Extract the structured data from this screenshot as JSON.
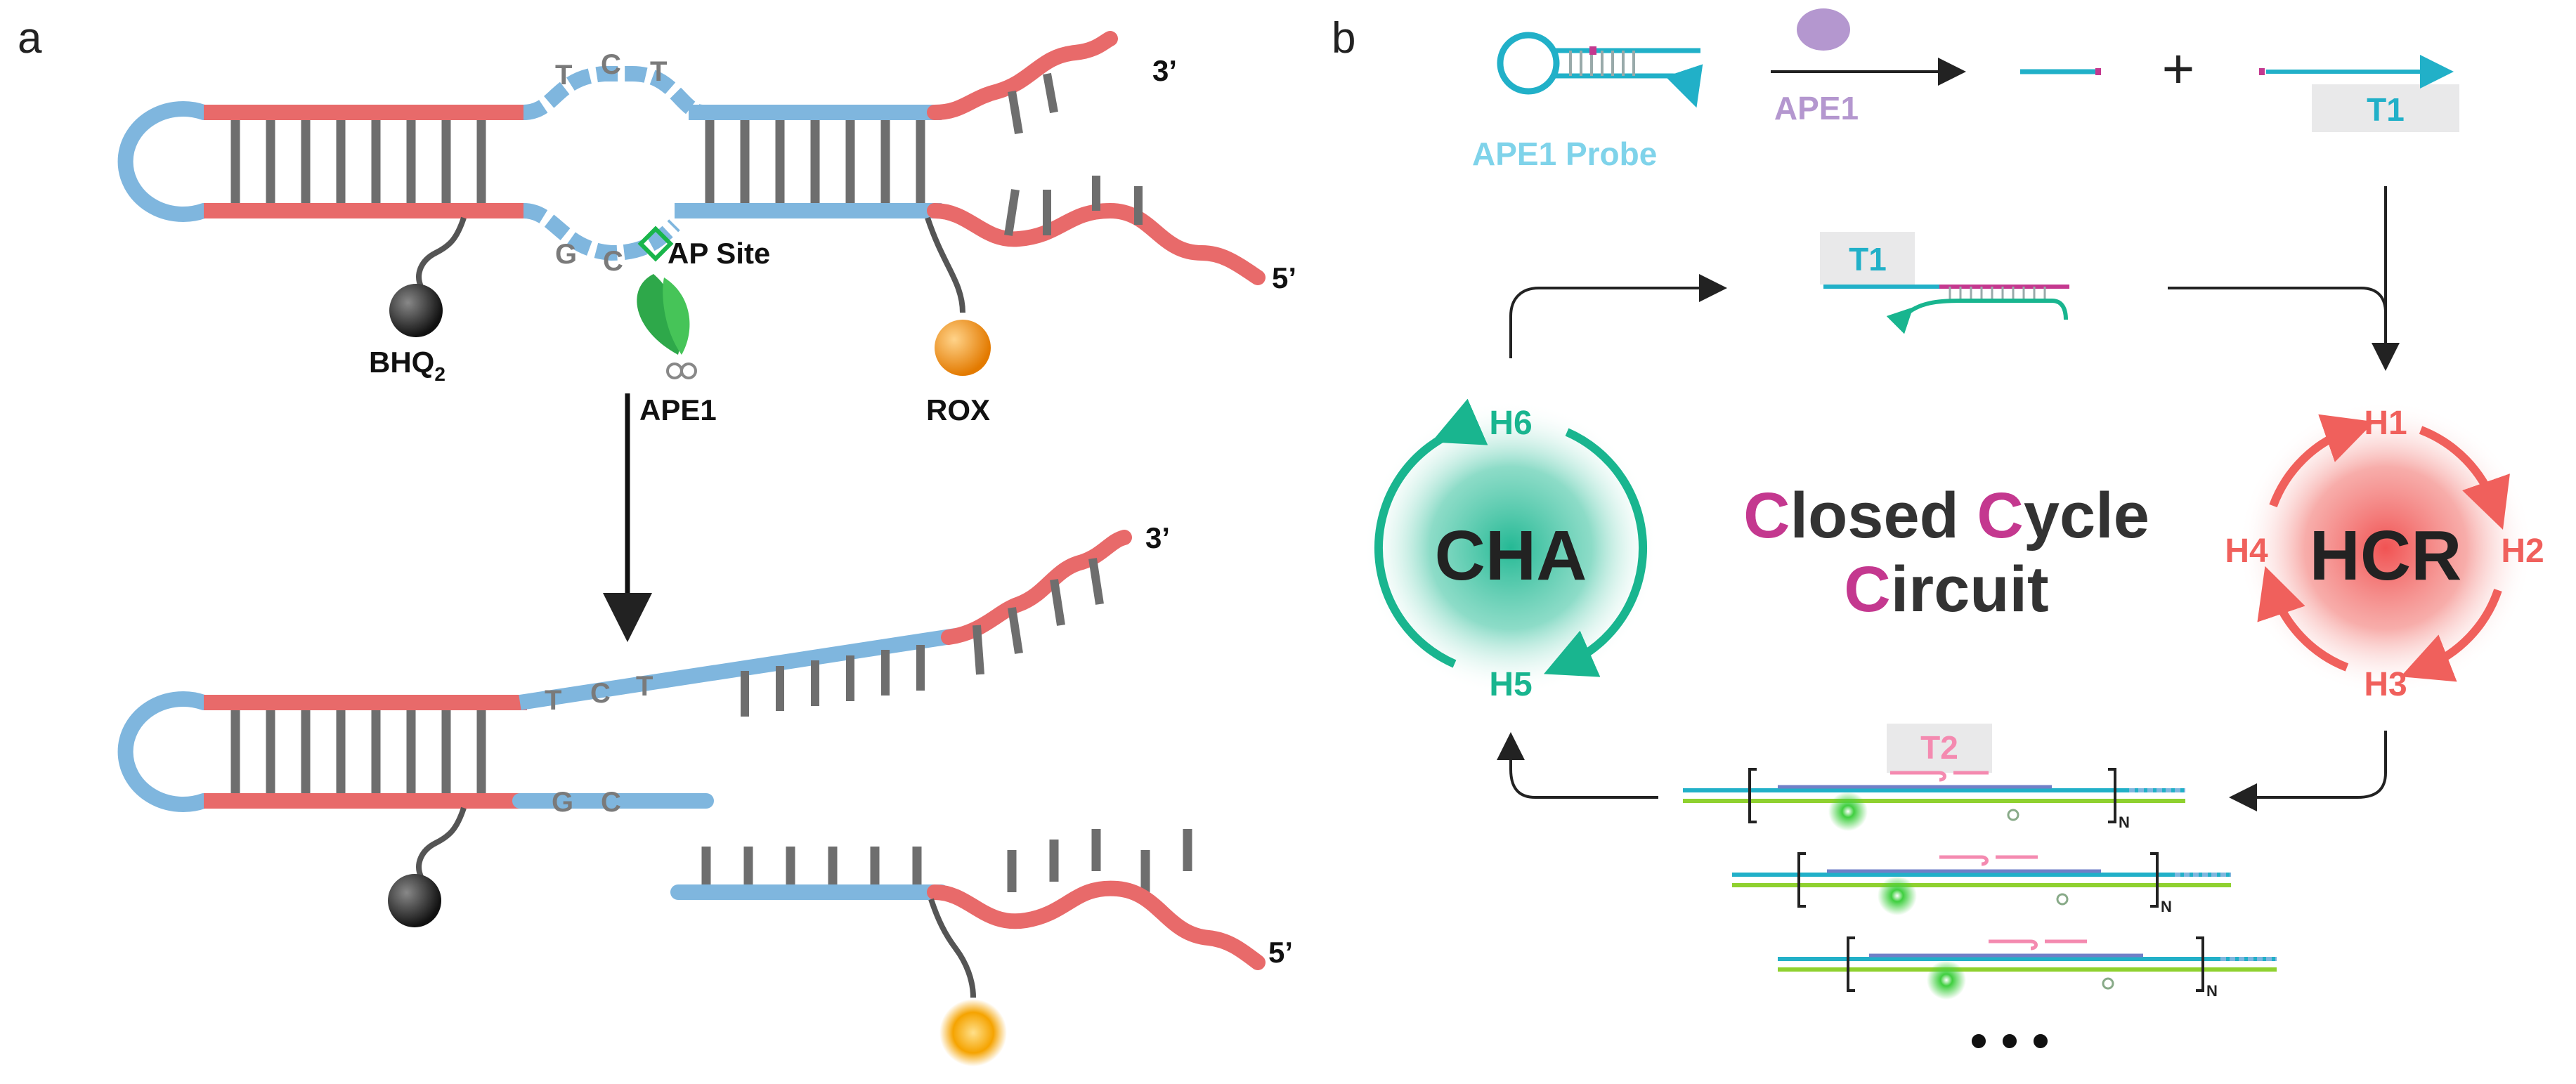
{
  "panel_a": {
    "label": "a",
    "ends": {
      "three_prime_top": "3’",
      "five_prime": "5’",
      "three_prime_bottom": "3’",
      "five_prime_bottom": "5’"
    },
    "bases": {
      "t1": "T",
      "c1": "C",
      "t2": "T",
      "g1": "G",
      "c2": "C",
      "t3": "T",
      "c3": "C",
      "t4": "T",
      "g2": "G",
      "c4": "C"
    },
    "ap_site": "AP Site",
    "quencher": "BHQ",
    "quencher_sub": "2",
    "enzyme": "APE1",
    "fluorophore": "ROX"
  },
  "panel_b": {
    "label": "b",
    "probe_label": "APE1 Probe",
    "enzyme_label": "APE1",
    "plus": "+",
    "t1_top": "T1",
    "t1_mid": "T1",
    "t2": "T2",
    "cha": {
      "center": "CHA",
      "top": "H6",
      "bottom": "H5"
    },
    "hcr": {
      "center": "HCR",
      "top": "H1",
      "right": "H2",
      "bottom": "H3",
      "left": "H4"
    },
    "title": {
      "c1": "C",
      "rest1": "losed ",
      "c2": "C",
      "rest2": "ycle",
      "c3": "C",
      "rest3": "ircuit"
    },
    "subscript_n": [
      "N",
      "N",
      "N"
    ],
    "ellipsis": "• • •"
  },
  "colors": {
    "blue_strand": "#7fb6de",
    "red_strand": "#e86a6a",
    "base_gray": "#6e6e6e",
    "cyan": "#21b0c8",
    "teal": "#19b58f",
    "hcr_red": "#f0605c",
    "magenta": "#c4388f",
    "purple_enzyme": "#b497cf",
    "green_glow": "#3fcf3f",
    "rox_orange": "#f39a1a"
  }
}
